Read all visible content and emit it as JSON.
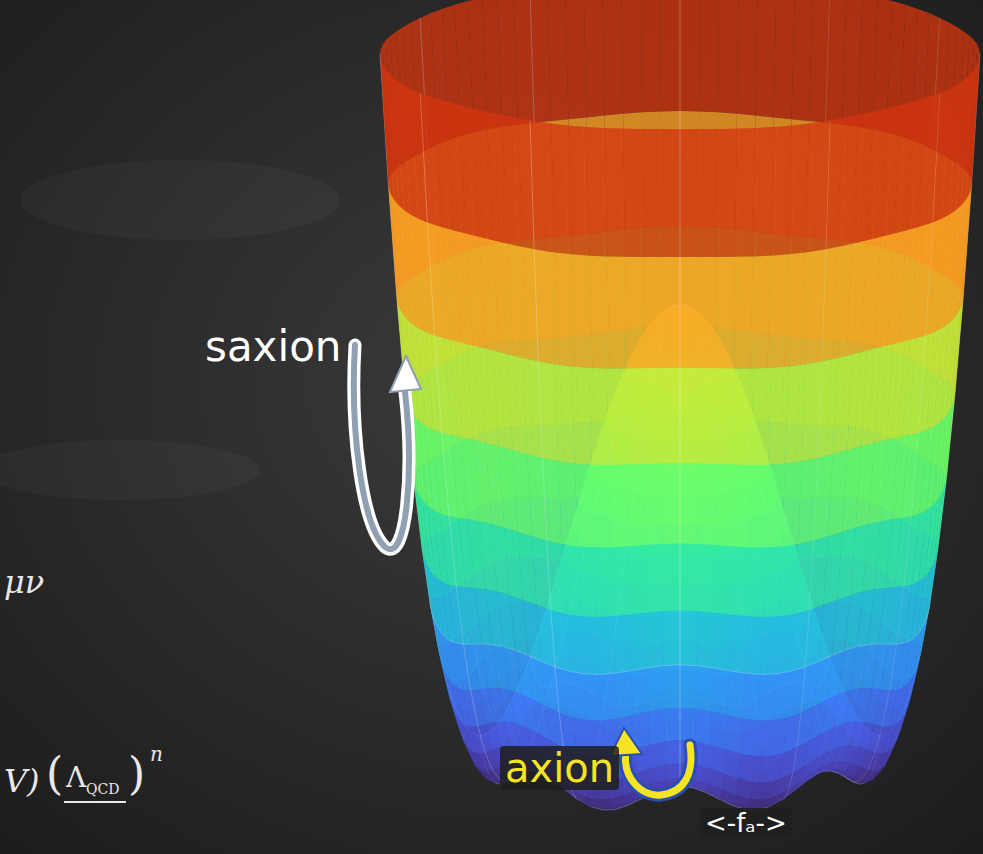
{
  "diagram": {
    "labels": [
      "saxion",
      "axion",
      "<-fₐ->",
      "μν",
      "V)",
      "(",
      "Λ",
      "QCD",
      ")",
      "n"
    ]
  }
}
